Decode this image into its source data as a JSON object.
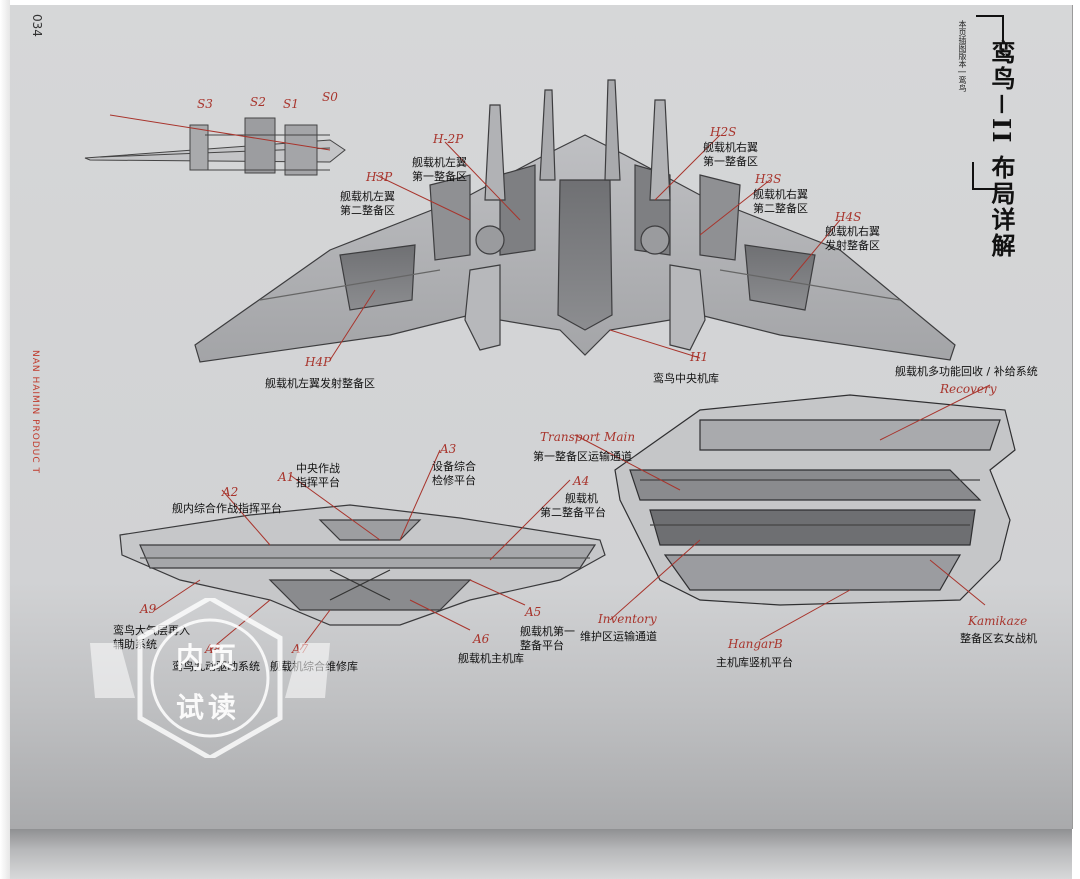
{
  "page": {
    "page_number": "034",
    "side_credit": "NAN HAIMIN PRODUC T",
    "title": "鸾鸟－II 布局详解",
    "title_side_note": "本页插图版本 | 鸾鸟"
  },
  "top_labels": {
    "h2p": {
      "code": "H-2P",
      "text_1": "舰载机左翼",
      "text_2": "第一整备区"
    },
    "h3p": {
      "code": "H3P",
      "text_1": "舰载机左翼",
      "text_2": "第二整备区"
    },
    "h4p": {
      "code": "H4P",
      "text_1": "舰载机左翼发射整备区"
    },
    "h2s": {
      "code": "H2S",
      "text_1": "舰载机右翼",
      "text_2": "第一整备区"
    },
    "h3s": {
      "code": "H3S",
      "text_1": "舰载机右翼",
      "text_2": "第二整备区"
    },
    "h4s": {
      "code": "H4S",
      "text_1": "舰载机右翼",
      "text_2": "发射整备区"
    },
    "h1": {
      "code": "H1",
      "text_1": "鸾鸟中央机库"
    },
    "side_view": {
      "s3": "S3",
      "s2": "S2",
      "s1": "S1",
      "s0": "S0"
    }
  },
  "left_labels": {
    "a1": {
      "code": "A1",
      "text_1": "中央作战",
      "text_2": "指挥平台"
    },
    "a2": {
      "code": "A2",
      "text_1": "舰内综合作战指挥平台"
    },
    "a3": {
      "code": "A3",
      "text_1": "设备综合",
      "text_2": "检修平台"
    },
    "a4": {
      "code": "A4",
      "text_1": "舰载机",
      "text_2": "第二整备平台"
    },
    "a5": {
      "code": "A5",
      "text_1": "舰载机第一",
      "text_2": "整备平台"
    },
    "a6": {
      "code": "A6",
      "text_1": "舰载机主机库"
    },
    "a7": {
      "code": "A7",
      "text_1": "舰载机综合维修库"
    },
    "a8": {
      "code": "A8",
      "text_1": "鸾鸟九动驱动系统"
    },
    "a9": {
      "code": "A9",
      "text_1": "鸾鸟大气层再入",
      "text_2": "辅助系统"
    }
  },
  "right_labels": {
    "transport_main": {
      "code": "Transport Main",
      "text_1": "第一整备区运输通道"
    },
    "recovery": {
      "code": "Recovery",
      "text_1": "舰载机多功能回收 / 补给系统"
    },
    "inventory": {
      "code": "Inventory",
      "text_1": "维护区运输通道"
    },
    "hangar": {
      "code": "HangarB",
      "text_1": "主机库竖机平台"
    },
    "kamikaze": {
      "code": "Kamikaze",
      "text_1": "整备区玄女战机"
    }
  },
  "watermark": {
    "line_1": "内页",
    "line_2": "试读"
  },
  "colors": {
    "annotation_red": "#a8342c",
    "paper": "#d3d4d6",
    "ink": "#111111"
  }
}
